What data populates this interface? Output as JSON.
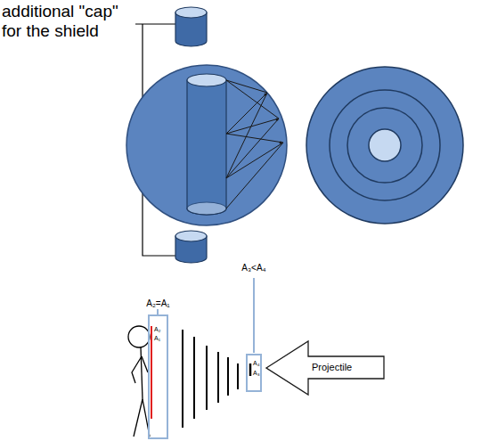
{
  "diagram": {
    "nodes": [
      {
        "text": [
          "A₂=A₁"
        ]
      },
      {
        "text": [
          "A₃<A₄"
        ]
      },
      {
        "text": [
          "Projectile"
        ]
      }
    ],
    "labels": [
      "additional \"cap\" for the shield",
      "A₂",
      "A₁",
      "A₄",
      "A₃"
    ]
  }
}
